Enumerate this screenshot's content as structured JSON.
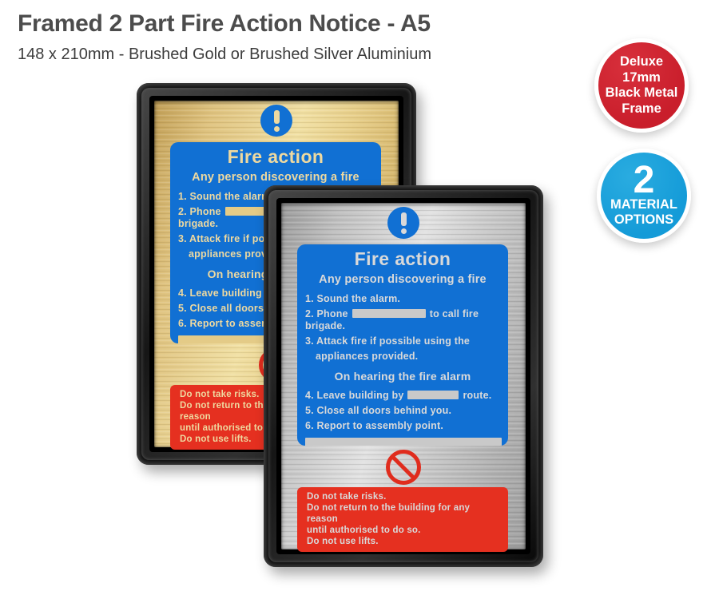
{
  "header": {
    "title": "Framed 2 Part Fire Action Notice - A5",
    "subtitle": "148 x 210mm - Brushed Gold or Brushed Silver Aluminium"
  },
  "badges": {
    "frame_badge": {
      "lines": [
        "Deluxe",
        "17mm",
        "Black Metal",
        "Frame"
      ],
      "bg_color": "#c91e2b"
    },
    "material_badge": {
      "count": "2",
      "lines": [
        "MATERIAL",
        "OPTIONS"
      ],
      "bg_color": "#149bd8"
    }
  },
  "sign": {
    "heading": "Fire action",
    "subheading": "Any person discovering a fire",
    "item1": "1. Sound the alarm.",
    "item2_pre": "2. Phone",
    "item2_post": "to call fire brigade.",
    "item3": "3. Attack fire if possible using the",
    "item3_cont": "appliances provided.",
    "alarm_heading": "On hearing the fire alarm",
    "item4_pre": "4. Leave building by",
    "item4_post": "route.",
    "item5": "5. Close all doors behind you.",
    "item6": "6. Report to assembly point.",
    "warning_lines": [
      "Do not take risks.",
      "Do not return to the building for any reason",
      "until authorised to do so.",
      "Do not use lifts."
    ],
    "colors": {
      "panel_blue": "#1170d3",
      "warning_red": "#e53020",
      "gold_plate": "#e8d08c",
      "silver_plate": "#cdcdcd",
      "frame_black": "#0d0d0d"
    }
  }
}
